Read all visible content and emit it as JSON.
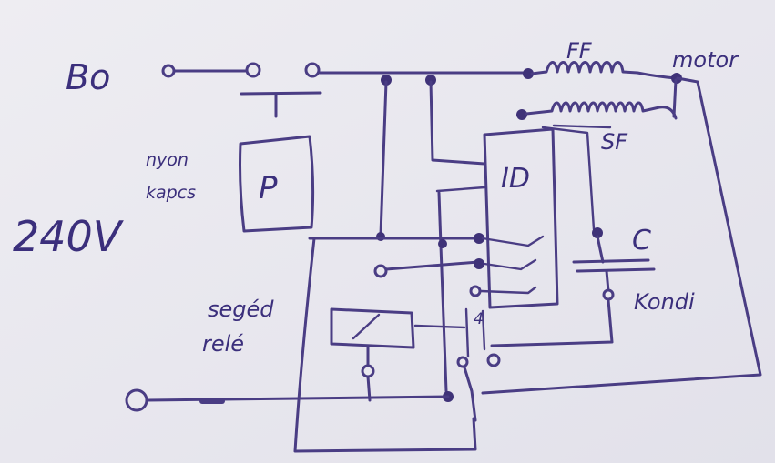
{
  "labels": {
    "live": "Bo",
    "voltage": "240V",
    "door_switch_1": "nyon",
    "door_switch_2": "kapcs",
    "p_box": "P",
    "fast_winding": "FF",
    "slow_winding": "SF",
    "motor": "motor",
    "id_box": "ID",
    "capacitor": "C",
    "capacitor_note": "Kondi",
    "relay_1": "segéd",
    "relay_2": "relé",
    "contact_number": "4"
  },
  "colors": {
    "ink": "#4a3d84",
    "paper": "#e9e8ee"
  }
}
